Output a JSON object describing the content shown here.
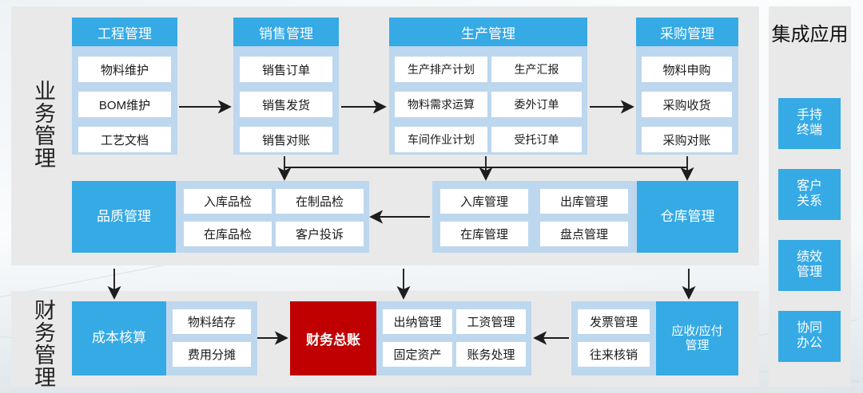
{
  "panels": {
    "business": {
      "label": "业务管理"
    },
    "finance": {
      "label": "财务管理"
    }
  },
  "aside": {
    "title": "集成应用",
    "apps": [
      {
        "label": "手持\n终端"
      },
      {
        "label": "客户\n关系"
      },
      {
        "label": "绩效\n管理"
      },
      {
        "label": "协同\n办公"
      }
    ]
  },
  "modules": {
    "engineering": {
      "header": "工程管理",
      "cells": [
        "物料维护",
        "BOM维护",
        "工艺文档"
      ]
    },
    "sales": {
      "header": "销售管理",
      "cells": [
        "销售订单",
        "销售发货",
        "销售对账"
      ]
    },
    "production": {
      "header": "生产管理",
      "cells": [
        "生产排产计划",
        "生产汇报",
        "物料需求运算",
        "委外订单",
        "车间作业计划",
        "受托订单"
      ]
    },
    "purchase": {
      "header": "采购管理",
      "cells": [
        "物料申购",
        "采购收货",
        "采购对账"
      ]
    },
    "quality": {
      "header": "品质管理",
      "cells": [
        "入库品检",
        "在制品检",
        "在库品检",
        "客户投诉"
      ]
    },
    "warehouse": {
      "header": "仓库管理",
      "cells": [
        "入库管理",
        "出库管理",
        "在库管理",
        "盘点管理"
      ]
    },
    "cost": {
      "header": "成本核算",
      "cells": [
        "物料结存",
        "费用分摊"
      ]
    },
    "ledger": {
      "header": "财务总账"
    },
    "accounting": {
      "cells": [
        "出纳管理",
        "工资管理",
        "固定资产",
        "账务处理"
      ]
    },
    "receivable": {
      "header": "应收/应付\n管理",
      "cells": [
        "发票管理",
        "往来核销"
      ]
    }
  },
  "colors": {
    "blue": "#35AAE5",
    "light_blue": "#BDD7EE",
    "red": "#C00000",
    "panel_gray": "#E9E9E9",
    "white": "#FFFFFF"
  }
}
